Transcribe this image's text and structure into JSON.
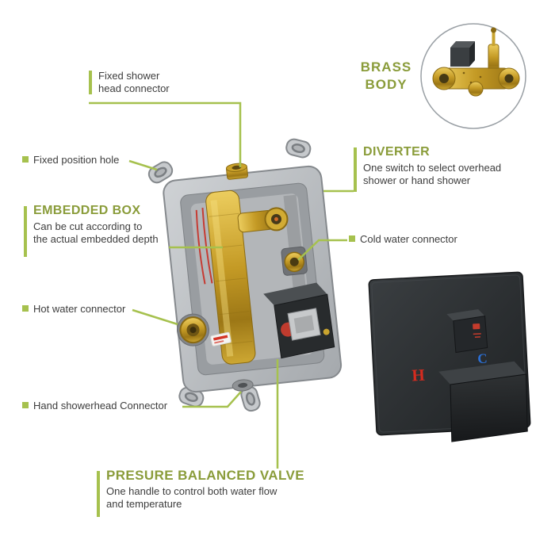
{
  "colors": {
    "accent": "#a6c14e",
    "olive": "#8a9c3a",
    "hot_red": "#d42b1f",
    "cold_blue": "#2b6fd4"
  },
  "brass_body": {
    "line1": "BRASS",
    "line2": "BODY"
  },
  "callouts": {
    "fixed_shower_head": {
      "line1": "Fixed shower",
      "line2": "head connector"
    },
    "fixed_position_hole": {
      "label": "Fixed position hole"
    },
    "embedded_box": {
      "title": "EMBEDDED BOX",
      "desc1": "Can be cut according to",
      "desc2": "the actual embedded depth"
    },
    "hot_water": {
      "label": "Hot water connector"
    },
    "hand_showerhead": {
      "label": "Hand showerhead Connector"
    },
    "diverter": {
      "title": "DIVERTER",
      "desc1": "One switch to select overhead",
      "desc2": "shower or hand shower"
    },
    "cold_water": {
      "label": "Cold water connector"
    },
    "pressure_balanced_valve": {
      "title": "PRESURE BALANCED VALVE",
      "desc1": "One handle to control both water flow",
      "desc2": "and temperature"
    }
  },
  "trim_plate": {
    "hot": "H",
    "cold": "C"
  }
}
